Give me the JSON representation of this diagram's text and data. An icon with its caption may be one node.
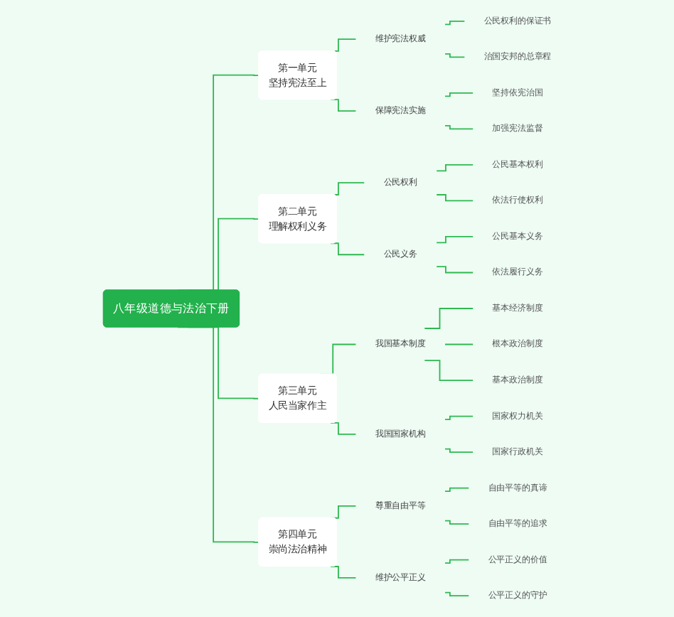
{
  "diagram": {
    "nodes": [
      {
        "text": [
          "八年级道德与法治下册"
        ]
      },
      {
        "text": [
          "第一单元",
          "坚持宪法至上"
        ]
      },
      {
        "text": [
          "维护宪法权威"
        ]
      },
      {
        "text": [
          "公民权利的保证书"
        ]
      },
      {
        "text": [
          "治国安邦的总章程"
        ]
      },
      {
        "text": [
          "保障宪法实施"
        ]
      },
      {
        "text": [
          "坚持依宪治国"
        ]
      },
      {
        "text": [
          "加强宪法监督"
        ]
      },
      {
        "text": [
          "第二单元",
          "理解权利义务"
        ]
      },
      {
        "text": [
          "公民权利"
        ]
      },
      {
        "text": [
          "公民基本权利"
        ]
      },
      {
        "text": [
          "依法行使权利"
        ]
      },
      {
        "text": [
          "公民义务"
        ]
      },
      {
        "text": [
          "公民基本义务"
        ]
      },
      {
        "text": [
          "依法履行义务"
        ]
      },
      {
        "text": [
          "第三单元",
          "人民当家作主"
        ]
      },
      {
        "text": [
          "我国基本制度"
        ]
      },
      {
        "text": [
          "基本经济制度"
        ]
      },
      {
        "text": [
          "根本政治制度"
        ]
      },
      {
        "text": [
          "基本政治制度"
        ]
      },
      {
        "text": [
          "我国国家机构"
        ]
      },
      {
        "text": [
          "国家权力机关"
        ]
      },
      {
        "text": [
          "国家行政机关"
        ]
      },
      {
        "text": [
          "第四单元",
          "崇尚法治精神"
        ]
      },
      {
        "text": [
          "尊重自由平等"
        ]
      },
      {
        "text": [
          "自由平等的真谛"
        ]
      },
      {
        "text": [
          "自由平等的追求"
        ]
      },
      {
        "text": [
          "维护公平正义"
        ]
      },
      {
        "text": [
          "公平正义的价值"
        ]
      },
      {
        "text": [
          "公平正义的守护"
        ]
      }
    ],
    "edges": [
      {
        "from": 0,
        "to": 1,
        "arrow": "none"
      },
      {
        "from": 1,
        "to": 2,
        "arrow": "none"
      },
      {
        "from": 2,
        "to": 3,
        "arrow": "none"
      },
      {
        "from": 2,
        "to": 4,
        "arrow": "none"
      },
      {
        "from": 1,
        "to": 5,
        "arrow": "none"
      },
      {
        "from": 5,
        "to": 6,
        "arrow": "none"
      },
      {
        "from": 5,
        "to": 7,
        "arrow": "none"
      },
      {
        "from": 0,
        "to": 8,
        "arrow": "none"
      },
      {
        "from": 8,
        "to": 9,
        "arrow": "none"
      },
      {
        "from": 9,
        "to": 10,
        "arrow": "none"
      },
      {
        "from": 9,
        "to": 11,
        "arrow": "none"
      },
      {
        "from": 8,
        "to": 12,
        "arrow": "none"
      },
      {
        "from": 12,
        "to": 13,
        "arrow": "none"
      },
      {
        "from": 12,
        "to": 14,
        "arrow": "none"
      },
      {
        "from": 0,
        "to": 15,
        "arrow": "none"
      },
      {
        "from": 15,
        "to": 16,
        "arrow": "none"
      },
      {
        "from": 16,
        "to": 17,
        "arrow": "none"
      },
      {
        "from": 16,
        "to": 18,
        "arrow": "none"
      },
      {
        "from": 16,
        "to": 19,
        "arrow": "none"
      },
      {
        "from": 15,
        "to": 20,
        "arrow": "none"
      },
      {
        "from": 20,
        "to": 21,
        "arrow": "none"
      },
      {
        "from": 20,
        "to": 22,
        "arrow": "none"
      },
      {
        "from": 0,
        "to": 23,
        "arrow": "none"
      },
      {
        "from": 23,
        "to": 24,
        "arrow": "none"
      },
      {
        "from": 24,
        "to": 25,
        "arrow": "none"
      },
      {
        "from": 24,
        "to": 26,
        "arrow": "none"
      },
      {
        "from": 23,
        "to": 27,
        "arrow": "none"
      },
      {
        "from": 27,
        "to": 28,
        "arrow": "none"
      },
      {
        "from": 27,
        "to": 29,
        "arrow": "none"
      }
    ]
  }
}
